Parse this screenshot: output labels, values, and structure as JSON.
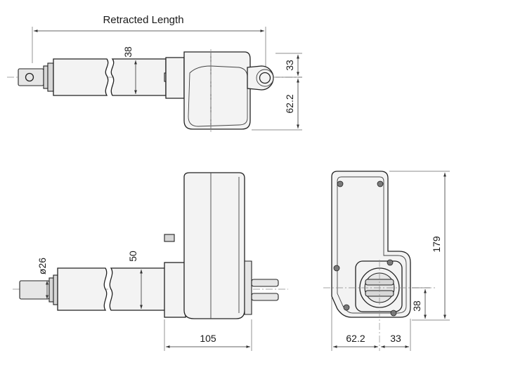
{
  "drawing": {
    "top_view": {
      "title": "Retracted Length",
      "dim_rod": "38",
      "dim_clevis": "33",
      "dim_motor": "62.2"
    },
    "side_view": {
      "dim_rod_diameter": "ø26",
      "dim_tube": "50",
      "dim_motor_width": "105"
    },
    "end_view": {
      "dim_height": "179",
      "dim_lower": "38",
      "dim_base_left": "62.2",
      "dim_base_right": "33"
    }
  }
}
